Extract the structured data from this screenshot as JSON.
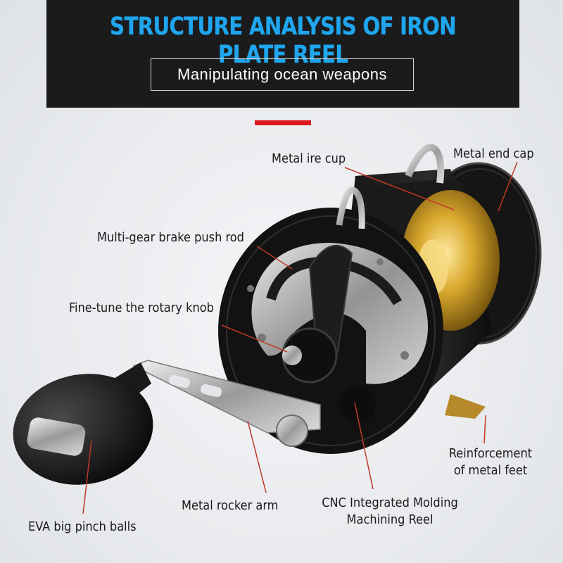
{
  "header": {
    "title": "STRUCTURE ANALYSIS OF IRON PLATE REEL",
    "subtitle": "Manipulating ocean weapons"
  },
  "labels": {
    "metal_ire_cup": "Metal ire cup",
    "metal_end_cap": "Metal end cap",
    "brake_push_rod": "Multi-gear brake push rod",
    "rotary_knob": "Fine-tune the rotary knob",
    "metal_feet_line1": "Reinforcement",
    "metal_feet_line2": "of metal feet",
    "cnc_line1": "CNC Integrated Molding",
    "cnc_line2": "Machining Reel",
    "rocker_arm": "Metal rocker arm",
    "pinch_balls": "EVA big pinch balls"
  },
  "colors": {
    "title_blue": "#1fa6ee",
    "accent_red": "#e0191f",
    "header_bg": "#1b1b1b",
    "leader_line": "#c0392b"
  }
}
